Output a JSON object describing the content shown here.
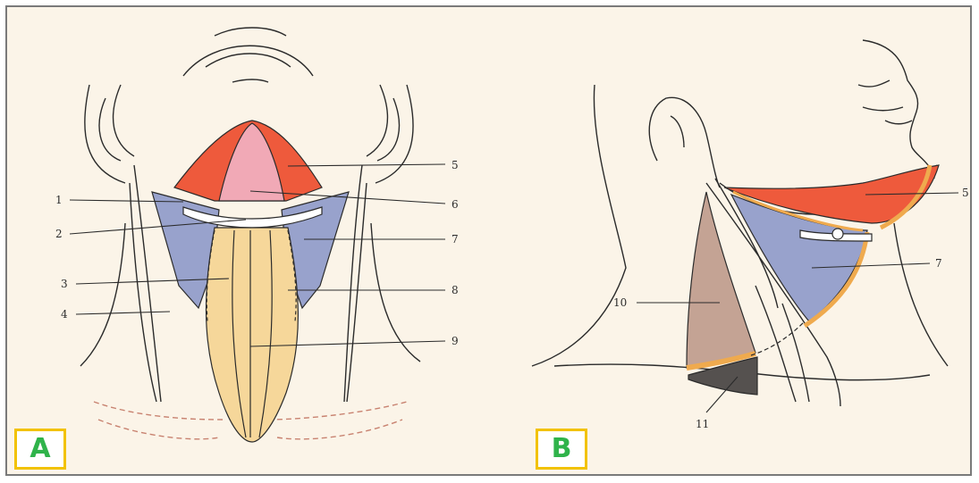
{
  "panels": {
    "a": {
      "tag": "A",
      "labels": [
        "1",
        "2",
        "3",
        "4",
        "5",
        "6",
        "7",
        "8",
        "9"
      ]
    },
    "b": {
      "tag": "B",
      "labels": [
        "5",
        "7",
        "10",
        "11"
      ]
    }
  },
  "colors": {
    "background": "#fbf4e8",
    "frame": "#7a7a7a",
    "red_region": "#ee5a3c",
    "pink_region": "#f1a9b6",
    "blue_region": "#98a2cc",
    "yellow_region": "#f6d79a",
    "brown_region": "#c4a394",
    "dark_region": "#55514f",
    "orange_band": "#efaa4e",
    "tag_border": "#f2c200",
    "tag_text": "#2fb34a"
  }
}
